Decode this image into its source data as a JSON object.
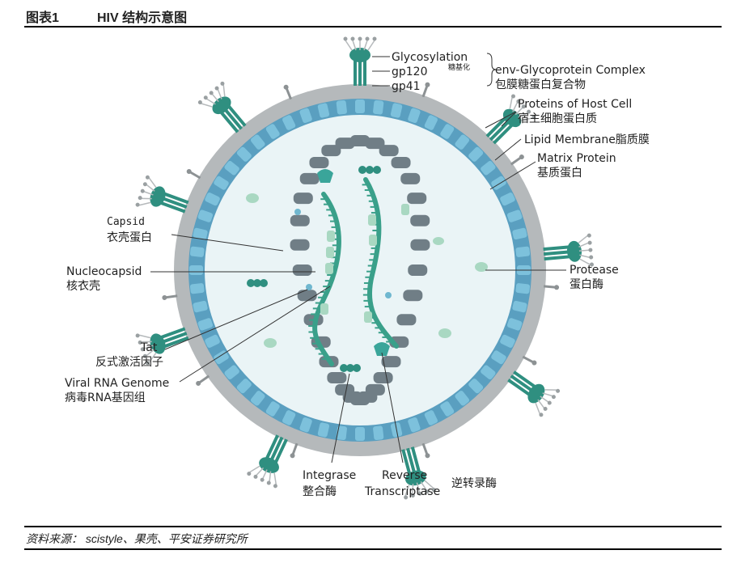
{
  "header": {
    "figure_number": "图表1",
    "title": "HIV 结构示意图"
  },
  "footer": {
    "source": "资料来源： scistyle、果壳、平安证券研究所"
  },
  "labels": {
    "glycosylation": "Glycosylation",
    "glycosylation_cn": "糖基化",
    "gp120": "gp120",
    "gp41": "gp41",
    "env_en": "env-Glycoprotein Complex",
    "env_cn": "包膜糖蛋白复合物",
    "host_en": "Proteins of Host Cell",
    "host_cn": "宿主细胞蛋白质",
    "lipid": "Lipid Membrane脂质膜",
    "matrix_en": "Matrix Protein",
    "matrix_cn": "基质蛋白",
    "capsid_en": "Capsid",
    "capsid_cn": "衣壳蛋白",
    "nucleo_en": "Nucleocapsid",
    "nucleo_cn": "核衣壳",
    "protease_en": "Protease",
    "protease_cn": "蛋白酶",
    "tat_en": "Tat",
    "tat_cn": "反式激活因子",
    "rna_en": "Viral RNA Genome",
    "rna_cn": "病毒RNA基因组",
    "integrase_en": "Integrase",
    "integrase_cn": "整合酶",
    "rt_en1": "Reverse",
    "rt_en2": "Transcriptase",
    "rt_cn": "逆转录酶"
  },
  "colors": {
    "envelope": "#b5b9bb",
    "matrix": "#4f9bbf",
    "interior": "#e9f3f5",
    "capsid": "#707e86",
    "rna": "#3aa08a",
    "spike": "#2f8f80",
    "light_green": "#a9d8c2"
  }
}
